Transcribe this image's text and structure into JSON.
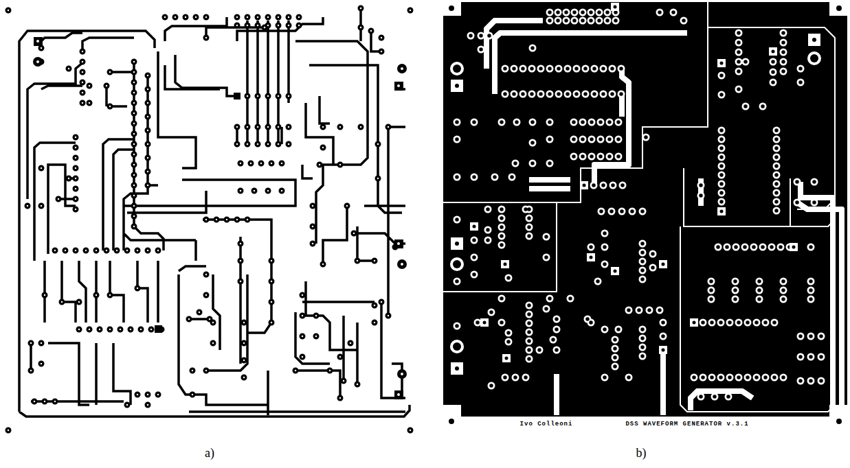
{
  "diagram": {
    "labels": [
      "Ivo Colleoni",
      "DSS WAVEFORM GENERATOR v.3.1",
      "a)",
      "b)"
    ]
  }
}
